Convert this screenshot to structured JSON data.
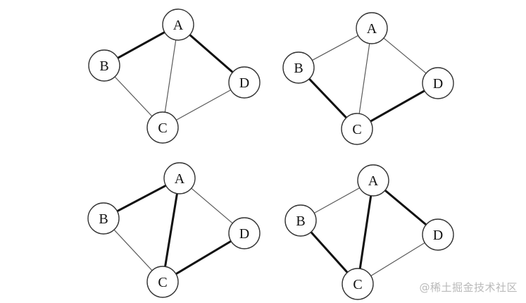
{
  "watermark": "@稀土掘金技术社区",
  "graphs": [
    {
      "nodes": [
        {
          "id": "A",
          "label": "A"
        },
        {
          "id": "B",
          "label": "B"
        },
        {
          "id": "C",
          "label": "C"
        },
        {
          "id": "D",
          "label": "D"
        }
      ],
      "edges": [
        {
          "from": "B",
          "to": "A",
          "highlight": true
        },
        {
          "from": "A",
          "to": "D",
          "highlight": true
        },
        {
          "from": "A",
          "to": "C",
          "highlight": false
        },
        {
          "from": "B",
          "to": "C",
          "highlight": false
        },
        {
          "from": "C",
          "to": "D",
          "highlight": false
        }
      ]
    },
    {
      "nodes": [
        {
          "id": "A",
          "label": "A"
        },
        {
          "id": "B",
          "label": "B"
        },
        {
          "id": "C",
          "label": "C"
        },
        {
          "id": "D",
          "label": "D"
        }
      ],
      "edges": [
        {
          "from": "B",
          "to": "A",
          "highlight": false
        },
        {
          "from": "A",
          "to": "D",
          "highlight": false
        },
        {
          "from": "A",
          "to": "C",
          "highlight": false
        },
        {
          "from": "B",
          "to": "C",
          "highlight": true
        },
        {
          "from": "C",
          "to": "D",
          "highlight": true
        }
      ]
    },
    {
      "nodes": [
        {
          "id": "A",
          "label": "A"
        },
        {
          "id": "B",
          "label": "B"
        },
        {
          "id": "C",
          "label": "C"
        },
        {
          "id": "D",
          "label": "D"
        }
      ],
      "edges": [
        {
          "from": "B",
          "to": "A",
          "highlight": true
        },
        {
          "from": "A",
          "to": "D",
          "highlight": false
        },
        {
          "from": "A",
          "to": "C",
          "highlight": true
        },
        {
          "from": "B",
          "to": "C",
          "highlight": false
        },
        {
          "from": "C",
          "to": "D",
          "highlight": true
        }
      ]
    },
    {
      "nodes": [
        {
          "id": "A",
          "label": "A"
        },
        {
          "id": "B",
          "label": "B"
        },
        {
          "id": "C",
          "label": "C"
        },
        {
          "id": "D",
          "label": "D"
        }
      ],
      "edges": [
        {
          "from": "B",
          "to": "A",
          "highlight": false
        },
        {
          "from": "A",
          "to": "D",
          "highlight": true
        },
        {
          "from": "A",
          "to": "C",
          "highlight": true
        },
        {
          "from": "B",
          "to": "C",
          "highlight": true
        },
        {
          "from": "C",
          "to": "D",
          "highlight": false
        }
      ]
    }
  ]
}
